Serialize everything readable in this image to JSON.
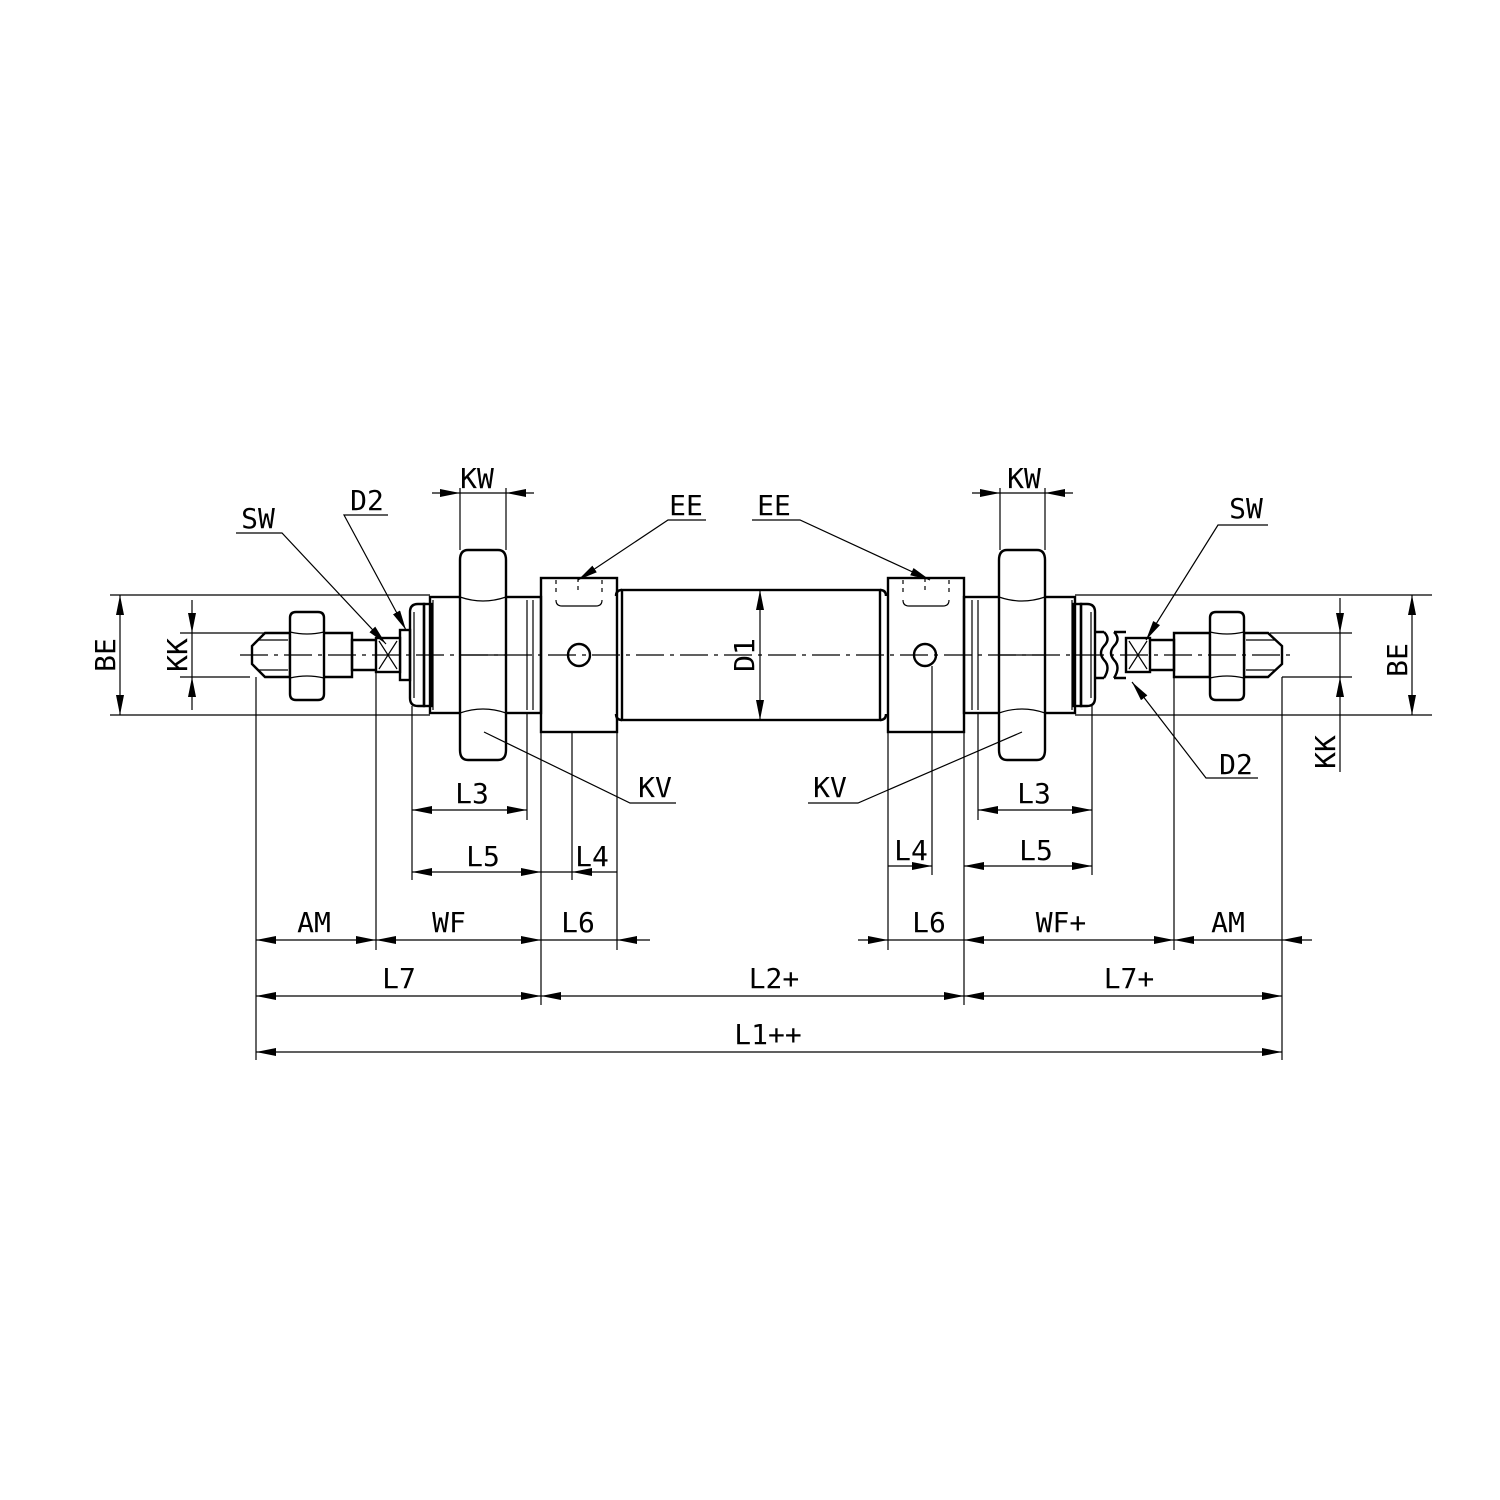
{
  "labels": {
    "kw_left": "KW",
    "kw_right": "KW",
    "d2_left": "D2",
    "d2_right": "D2",
    "sw_left": "SW",
    "sw_right": "SW",
    "ee_left": "EE",
    "ee_right": "EE",
    "be_left": "BE",
    "be_right": "BE",
    "kk_left": "KK",
    "kk_right": "KK",
    "d1": "D1",
    "kv_left": "KV",
    "kv_right": "KV",
    "l3_left": "L3",
    "l3_right": "L3",
    "l5_left": "L5",
    "l5_right": "L5",
    "l4_left": "L4",
    "l4_right": "L4",
    "am_left": "AM",
    "am_right": "AM",
    "wf_left": "WF",
    "wf_right": "WF+",
    "l6_left": "L6",
    "l6_right": "L6",
    "l7_left": "L7",
    "l7_right": "L7+",
    "l2": "L2+",
    "l1": "L1++"
  }
}
